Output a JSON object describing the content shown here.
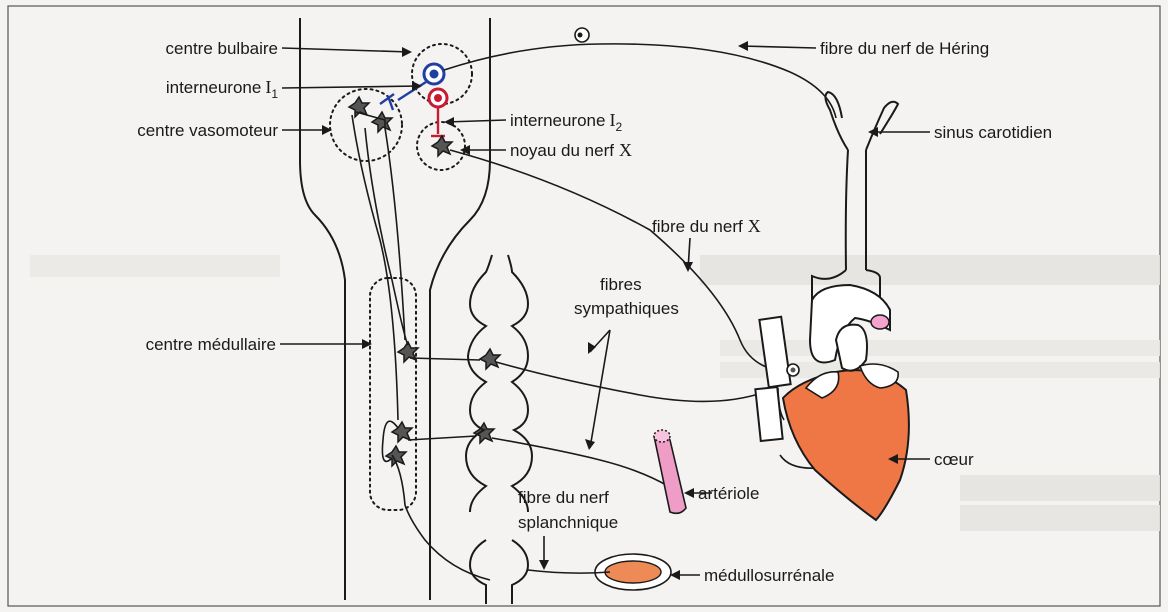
{
  "labels": {
    "centre_bulbaire": "centre bulbaire",
    "interneurone_i1": "interneurone",
    "interneurone_i1_sym": "I",
    "interneurone_i1_sub": "1",
    "centre_vasomoteur": "centre vasomoteur",
    "fibre_hering": "fibre du nerf de Héring",
    "interneurone_i2": "interneurone",
    "interneurone_i2_sym": "I",
    "interneurone_i2_sub": "2",
    "noyau_nerf_x_text": "noyau du nerf",
    "noyau_nerf_x_sym": "X",
    "sinus_carotidien": "sinus carotidien",
    "fibre_nerf_x_text": "fibre du nerf",
    "fibre_nerf_x_sym": "X",
    "centre_medullaire": "centre médullaire",
    "fibres_sympathiques_1": "fibres",
    "fibres_sympathiques_2": "sympathiques",
    "coeur": "cœur",
    "arteriole": "artériole",
    "fibre_splanchnique_1": "fibre du nerf",
    "fibre_splanchnique_2": "splanchnique",
    "medullosurrenale": "médullosurrénale"
  },
  "colors": {
    "coeur": "#ee7745",
    "arteriole": "#ef9dc6",
    "medullosurrenale": "#ee8a55",
    "centre_bulbaire_neuron": "#1f3fa3",
    "interneurone_i2_neuron": "#c81b32",
    "sinus_knob": "#f3a3cd"
  }
}
